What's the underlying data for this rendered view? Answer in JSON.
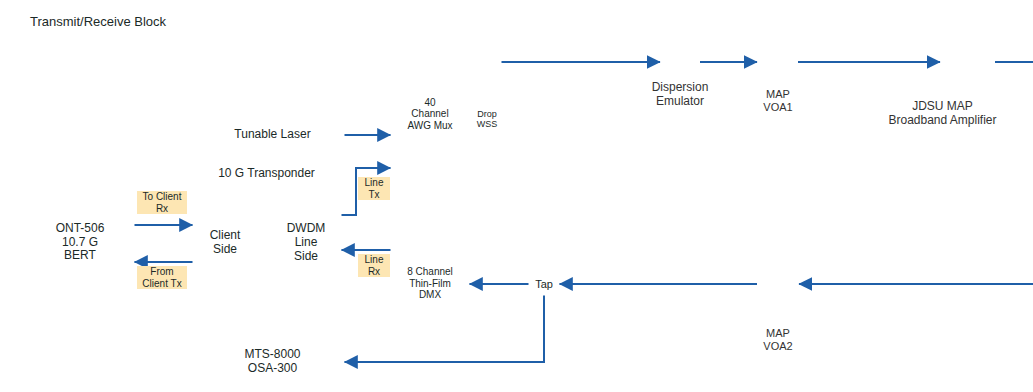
{
  "diagram": {
    "nodes": [
      {
        "text": [
          "Transmit/Receive Block"
        ]
      },
      {
        "text": [
          "Tunable Laser"
        ],
        "in": 0
      },
      {
        "text": [
          "40 Channel AWG Mux"
        ],
        "in": 0
      },
      {
        "text": [
          "Drop WSS"
        ],
        "in": 0
      },
      {
        "text": [
          "10 G Transponder"
        ],
        "in": 0
      },
      {
        "text": [
          "Client Side"
        ],
        "in": 4
      },
      {
        "text": [
          "DWDM Line Side"
        ],
        "in": 4
      },
      {
        "text": [
          "ONT-506 10.7 G BERT"
        ],
        "in": 0
      },
      {
        "text": [
          "8 Channel Thin-Film DMX"
        ],
        "in": 0
      },
      {
        "text": [
          "Tap"
        ],
        "in": 0
      },
      {
        "text": [
          "MTS-8000 OSA-300"
        ],
        "in": 0
      },
      {
        "text": [
          "Dispersion Emulator"
        ]
      },
      {
        "text": [
          "MAP VOA1"
        ]
      },
      {
        "text": [
          "JDSU MAP Broadband Amplifier"
        ]
      },
      {
        "text": [
          "MAP VOA2"
        ]
      }
    ],
    "edges": [
      {
        "from": 1,
        "to": 2,
        "arrow": "to"
      },
      {
        "from": 6,
        "to": 2,
        "arrow": "to",
        "label": "Line Tx"
      },
      {
        "from": 3,
        "to": 11,
        "arrow": "to"
      },
      {
        "from": 11,
        "to": 12,
        "arrow": "to"
      },
      {
        "from": 12,
        "to": 13,
        "arrow": "to"
      },
      {
        "from": 14,
        "to": 9,
        "arrow": "to"
      },
      {
        "from": 9,
        "to": 8,
        "arrow": "to"
      },
      {
        "from": 9,
        "to": 10,
        "arrow": "to"
      },
      {
        "from": 8,
        "to": 6,
        "arrow": "to",
        "label": "Line Rx"
      },
      {
        "from": 7,
        "to": 5,
        "arrow": "to",
        "label": "To Client Rx"
      },
      {
        "from": 5,
        "to": 7,
        "arrow": "to",
        "label": "From Client Tx"
      }
    ]
  }
}
